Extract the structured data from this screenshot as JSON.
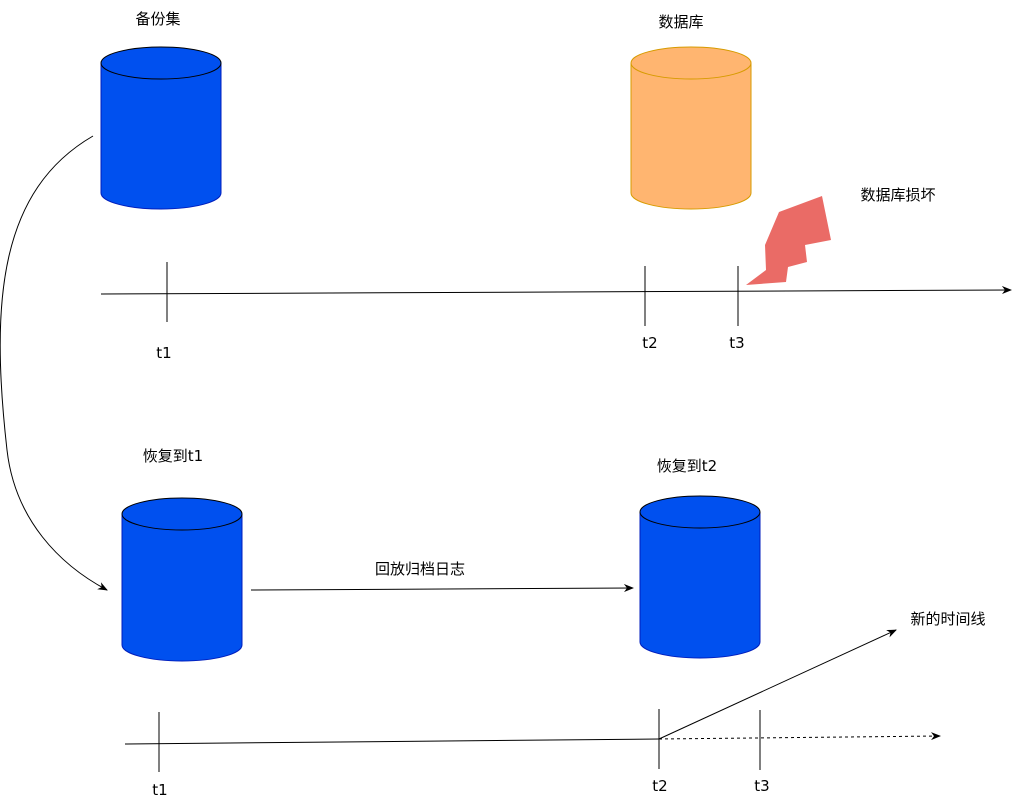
{
  "colors": {
    "backup_fill": "#0050ef",
    "backup_stroke": "#001dbc",
    "database_fill": "#ffb570",
    "database_stroke": "#d79b00",
    "lightning_fill": "#ea6b66",
    "line": "#000000"
  },
  "top": {
    "backup_label": "备份集",
    "database_label": "数据库",
    "damage_label": "数据库损坏",
    "ticks": [
      "t1",
      "t2",
      "t3"
    ]
  },
  "bottom": {
    "restore_t1_label": "恢复到t1",
    "restore_t2_label": "恢复到t2",
    "replay_label": "回放归档日志",
    "new_timeline_label": "新的时间线",
    "ticks": [
      "t1",
      "t2",
      "t3"
    ]
  }
}
